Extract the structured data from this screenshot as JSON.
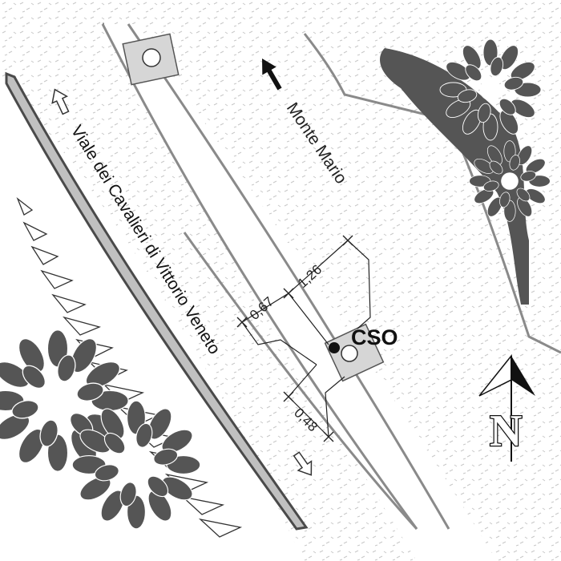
{
  "map": {
    "street_name": "Viale dei Cavalieri di Vittorio Veneto",
    "direction_label": "Monte Mario",
    "station_label": "CSO",
    "north_label": "N",
    "measurements": {
      "m1": "0,67",
      "m2": "1,26",
      "m3": "0,48"
    }
  },
  "colors": {
    "background": "#ffffff",
    "hatch": "#c8c8c8",
    "road_edge": "#8a8a8a",
    "tree": "#555555",
    "wall_fill": "#c0c0c0",
    "wall_stroke": "#4a4a4a",
    "plate": "#d6d6d6",
    "dark": "#111111"
  },
  "icons": {
    "traffic_up": "outline-arrow-up-icon",
    "traffic_down": "outline-arrow-down-icon",
    "direction": "black-arrow-icon",
    "north": "north-arrow-icon"
  }
}
